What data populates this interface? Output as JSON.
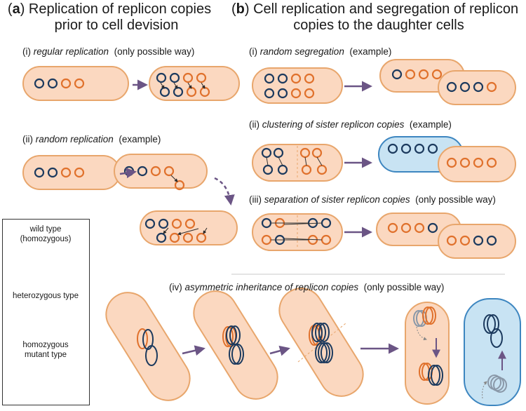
{
  "panel_a": {
    "letter": "a",
    "title_line1": "Replication of replicon copies",
    "title_line2": "prior to cell devision",
    "i": {
      "prefix": "(i) ",
      "label": "regular replication",
      "note": "(only possible way)"
    },
    "ii": {
      "prefix": "(ii) ",
      "label": "random replication",
      "note": "(example)"
    }
  },
  "panel_b": {
    "letter": "b",
    "title_line1": "Cell replication and segregation of replicon",
    "title_line2": "copies to the daughter cells",
    "i": {
      "prefix": "(i) ",
      "label": "random segregation",
      "note": "(example)"
    },
    "ii": {
      "prefix": "(ii) ",
      "label": "clustering of sister replicon copies",
      "note": "(example)"
    },
    "iii": {
      "prefix": "(iii) ",
      "label": "separation of sister replicon copies",
      "note": "(only possible way)"
    },
    "iv": {
      "prefix": "(iv) ",
      "label": "asymmetric inheritance of replicon copies",
      "note": "(only possible way)"
    }
  },
  "legend": {
    "wild_type_line1": "wild type",
    "wild_type_line2": "(homozygous)",
    "hetero": "heterozygous type",
    "homo_line1": "homozygous",
    "homo_line2": "mutant type"
  },
  "colors": {
    "cell_fill": "#fbd8c0",
    "cell_stroke": "#e8a66c",
    "blue_fill": "#c8e3f3",
    "blue_stroke": "#3d86c0",
    "wild_replicon": "#1c3a5e",
    "mutant_replicon": "#e0712c",
    "arrow": "#6b5585"
  }
}
